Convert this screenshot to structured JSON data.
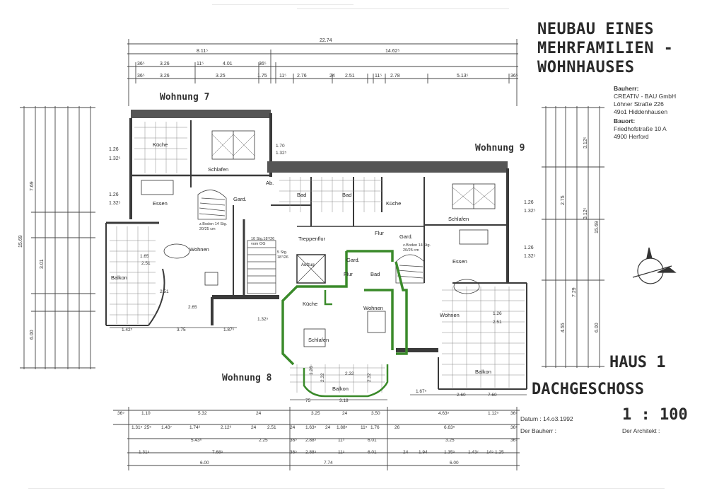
{
  "title": {
    "line1": "NEUBAU EINES",
    "line2": "MEHRFAMILIEN -",
    "line3": "WOHNHAUSES"
  },
  "bauherr": {
    "label": "Bauherr:",
    "line1": "CREATIV - BAU GmbH",
    "line2": "Löhner Straße 226",
    "line3": "49o1 Hiddenhausen"
  },
  "bauort": {
    "label": "Bauort:",
    "line1": "Friedhofstraße 10 A",
    "line2": "4900 Herford"
  },
  "sheet": {
    "haus": "HAUS 1",
    "floor": "DACHGESCHOSS",
    "scale": "1 : 100"
  },
  "footer": {
    "datum": "Datum :    14.o3.1992",
    "bauherr_sign": "Der Bauherr :",
    "architekt_sign": "Der Architekt :"
  },
  "apartments": {
    "w7": "Wohnung 7",
    "w8": "Wohnung 8",
    "w9": "Wohnung 9"
  },
  "rooms": {
    "kueche_w7": "Küche",
    "schlafen_w7": "Schlafen",
    "essen_w7": "Essen",
    "wohnen_w7": "Wohnen",
    "balkon_w7": "Balkon",
    "gard_w7": "Gard.",
    "ab": "Ab.",
    "bad_1": "Bad",
    "bad_2": "Bad",
    "treppenflur": "Treppenflur",
    "aufzug": "Aufzug",
    "flur_top": "Flur",
    "gard_top": "Gard.",
    "kueche_w9": "Küche",
    "schlafen_w9": "Schlafen",
    "essen_w9": "Essen",
    "wohnen_w9": "Wohnen",
    "balkon_w9": "Balkon",
    "gard_w8": "Gard.",
    "flur_w8": "Flur",
    "bad_w8": "Bad",
    "kueche_w8": "Küche",
    "wohnen_w8": "Wohnen",
    "schlafen_w8": "Schlafen",
    "balkon_w8": "Balkon"
  },
  "notes": {
    "stair_w7": "z.Boden 14 Stg.",
    "stair_w7b": "20/25 cm",
    "stair_w9": "z.Boden 14 Stg.",
    "stair_w9b": "20/25 cm",
    "stair_main": "10 Stg.18⁷/26",
    "stair_main2": "vom OG",
    "stair_5": "5 Stg.",
    "stair_5b": "18⁷/26"
  },
  "dims_top": {
    "overall": "22.74",
    "row1": [
      "8.11⁵",
      "14.62⁵"
    ],
    "row2": [
      "36⁵",
      "3.26",
      "11⁵",
      "4.01",
      "36⁵"
    ],
    "row3": [
      "36⁵",
      "3.26",
      "3.25",
      "1.75",
      "11⁵",
      "2.76",
      "24",
      "2.51",
      "11⁵",
      "2.78",
      "5.13⁵",
      "36⁵"
    ]
  },
  "dims_bottom": {
    "row1": [
      "36⁵",
      "1.10",
      "5.32",
      "24",
      "3.25",
      "24",
      "3.50",
      "4.63⁵",
      "1.12⁵",
      "36⁵"
    ],
    "row2": [
      "1.31⁵",
      "25⁵",
      "1.43⁷",
      "1.74⁶",
      "2.12⁶",
      "24",
      "2.51",
      "24",
      "1.63⁵",
      "24",
      "1.88⁵",
      "11⁵",
      "1.76",
      "26",
      "6.63⁵",
      "36⁵"
    ],
    "row3": [
      "5.43⁶",
      "2.25",
      "36⁵",
      "2.88⁵",
      "11⁵",
      "6.01",
      "3.25",
      "36⁵"
    ],
    "row4": [
      "1.31⁵",
      "7.68⁵",
      "36⁵",
      "2.88⁵",
      "11⁵",
      "6.01",
      "24",
      "1.94",
      "1.35⁵",
      "1.43⁷",
      "14⁵",
      "1.25"
    ],
    "row5": [
      "6.00",
      "7.74",
      "6.00"
    ]
  },
  "dims_left": {
    "outer": "15.69",
    "col1": [
      "7.69",
      "3.01",
      "6.00"
    ],
    "col2": [
      "1.26",
      "1.32⁵",
      "1.26",
      "1.32⁵"
    ]
  },
  "dims_right": {
    "outer": "15.69",
    "col1": [
      "3.12⁵",
      "2.75",
      "3.12⁵",
      "4.55",
      "7.29",
      "6.00"
    ],
    "col2": [
      "1.26",
      "1.32⁵",
      "1.26",
      "1.32⁵"
    ]
  },
  "misc_dims": {
    "d170": "1.70",
    "d1325": "1.32⁵",
    "d165": "1.65",
    "d251a": "2.51",
    "d251b": "2.51",
    "d265": "2.65",
    "d132b": "1.32⁵",
    "d126": "1.26",
    "d251c": "2.51",
    "d232a": "2.32",
    "d232b": "2.32",
    "d232c": "2.32",
    "d126b": "1.26",
    "d75": "75",
    "d318": "3.18",
    "d142": "1.42⁵",
    "d375": "3.75",
    "d187": "1.87⁶",
    "d260": "2.60",
    "d760": "7.60",
    "d167": "1.67⁵"
  },
  "colors": {
    "wall": "#3a3a3a",
    "highlight": "#3a8a2a",
    "dimline": "#444444"
  }
}
